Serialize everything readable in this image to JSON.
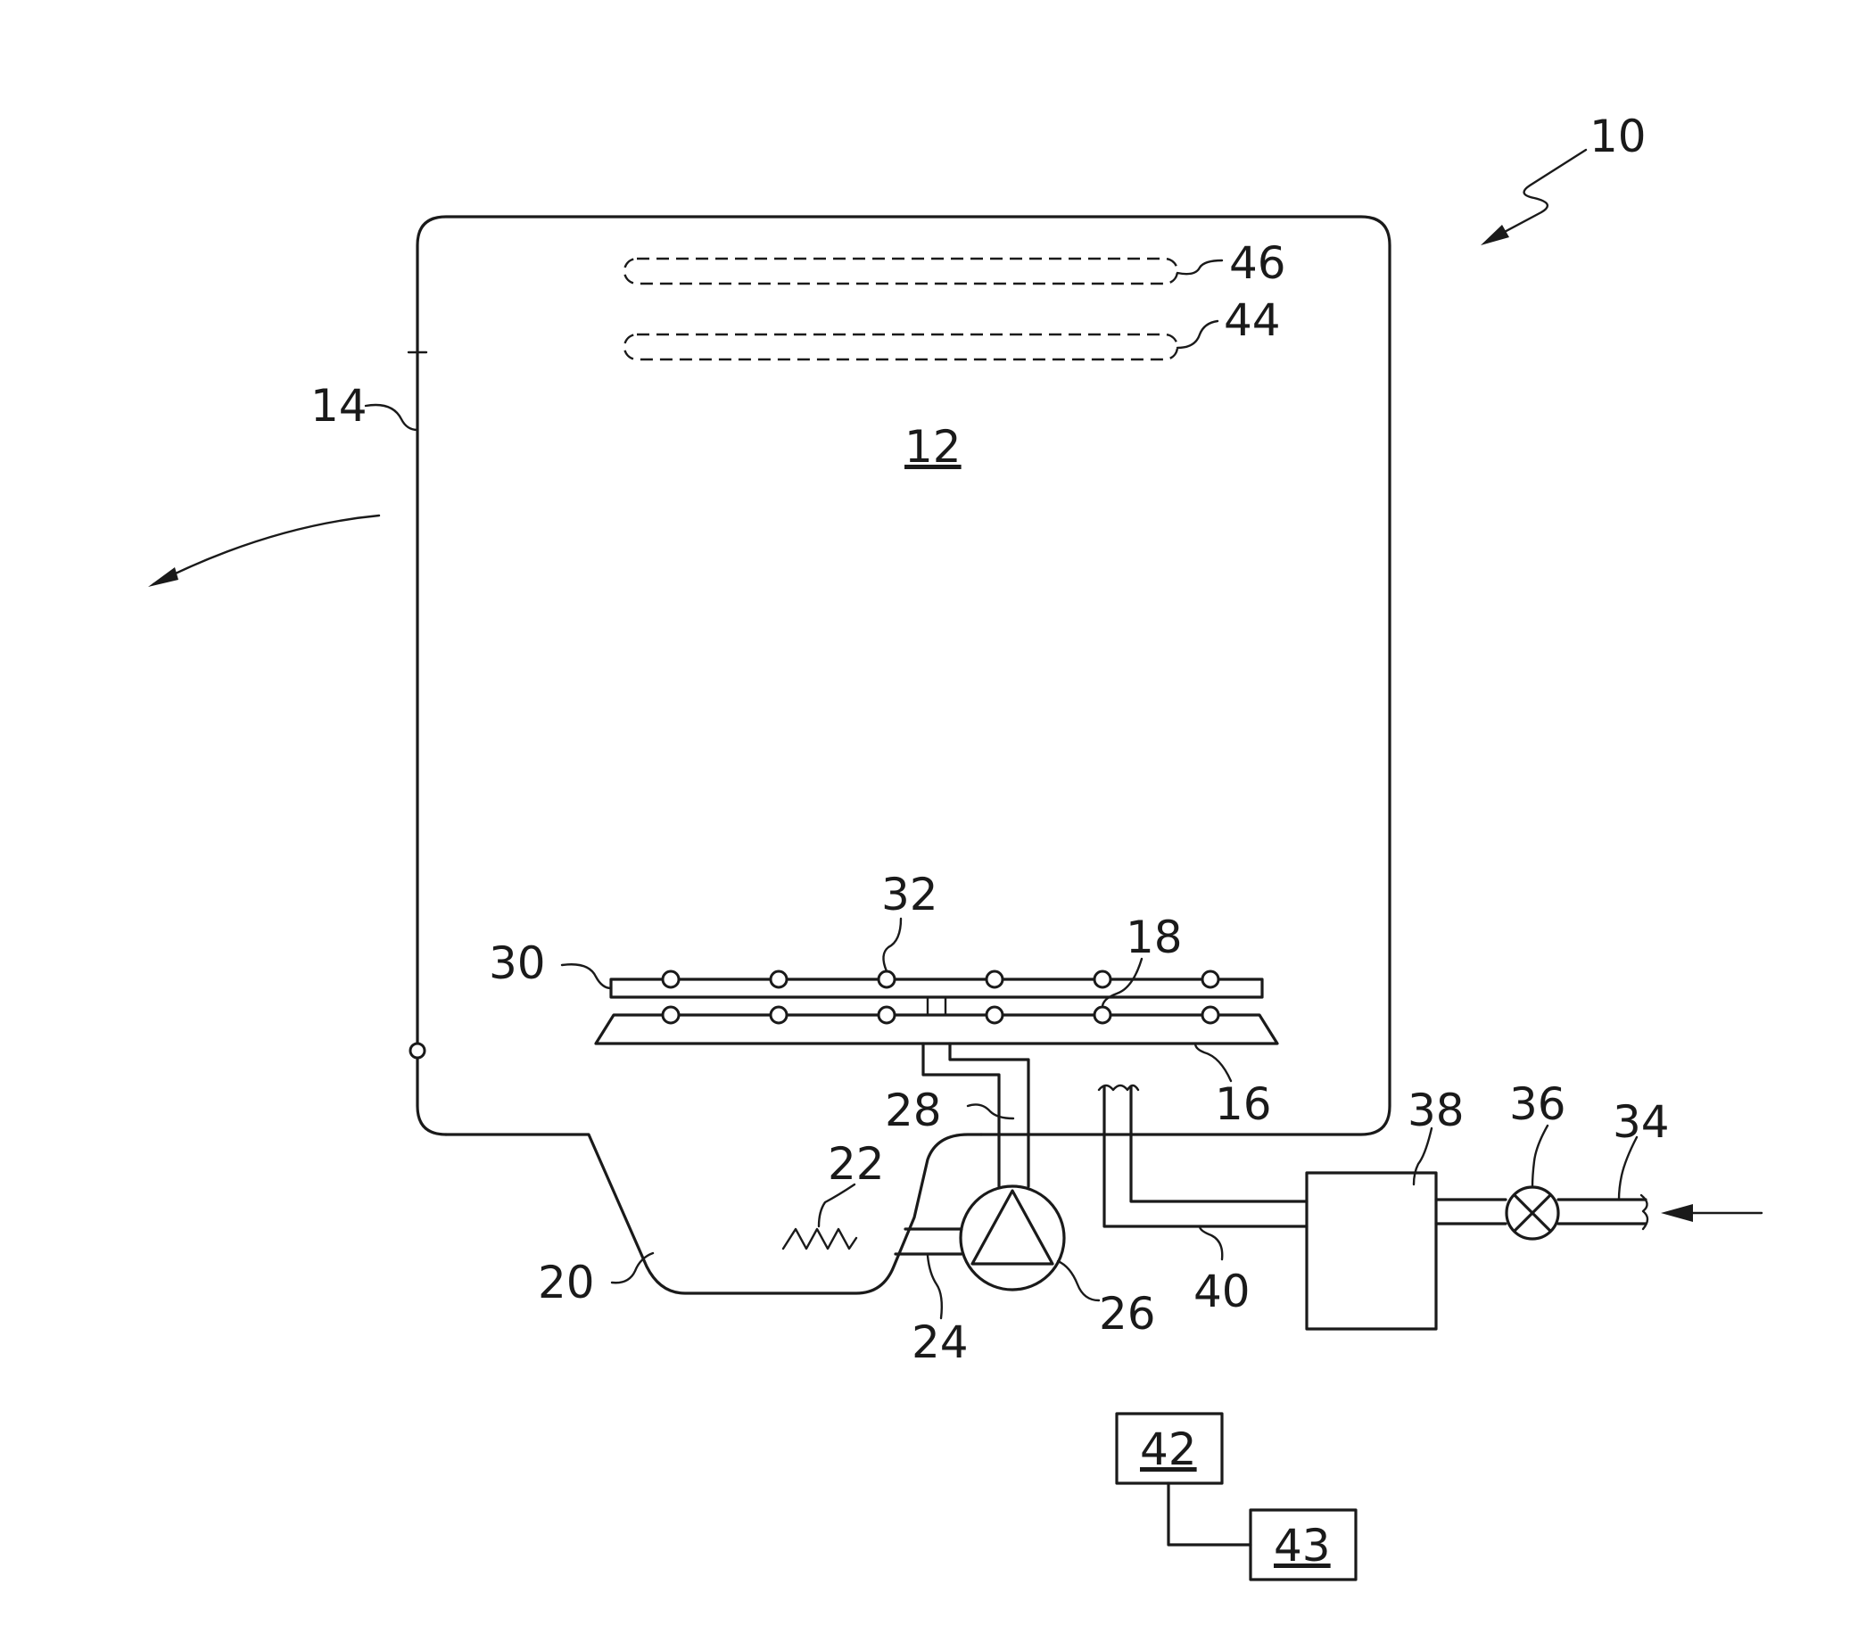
{
  "figure": {
    "labels": {
      "system": "10",
      "chamber": "12",
      "door": "14",
      "lower_rack": "16",
      "lower_nozzles": "18",
      "sump": "20",
      "heater": "22",
      "sump_outlet": "24",
      "pump": "26",
      "supply_conduit": "28",
      "spray_arm": "30",
      "spray_nozzles": "32",
      "inlet_line": "34",
      "valve": "36",
      "dispenser": "38",
      "fill_conduit": "40",
      "controller": "42",
      "controller_sub": "43",
      "lower_element": "44",
      "upper_element": "46"
    },
    "line_color": "#1a1a1a",
    "background": "#ffffff"
  }
}
